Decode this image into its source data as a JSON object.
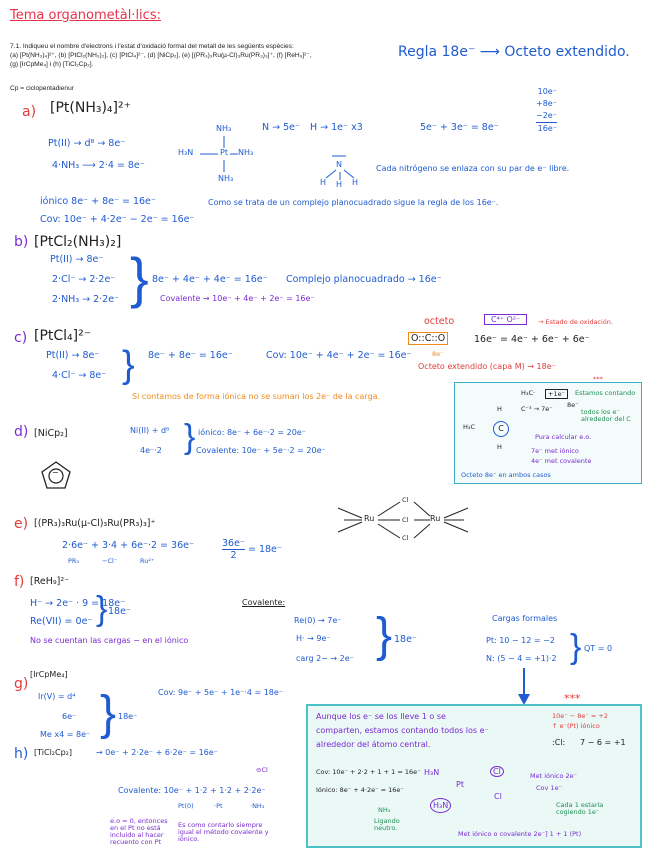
{
  "title": "Tema organometàl·lics:",
  "task": {
    "line1": "7.1. Indiqueu el nombre d'electrons i l'estat d'oxidació formal del metall de les següents espècies:",
    "line2": "(a) [Pt(NH₃)₄]²⁺, (b) [PtCl₂(NH₃)₂], (c) [PtCl₄]²⁻, (d) [NiCp₂], (e) [(PR₃)₃Ru(µ-Cl)₃Ru(PR₃)₃]⁺, (f) [ReH₉]²⁻,",
    "line3": "(g) [IrCpMe₄] i (h) [TiCl₂Cp₂].",
    "cp": "Cp = ciclopentadienur"
  },
  "rule": {
    "text": "Regla 18e⁻",
    "arrow": "⟶",
    "result": "Octeto extendido."
  },
  "a": {
    "label": "a)",
    "formula": "[Pt(NH₃)₄]²⁺",
    "pt": "Pt(II) → d⁸ → 8e⁻",
    "nh3": "4·NH₃ ⟶ 2·4 = 8e⁻",
    "n5": "N → 5e⁻",
    "h1": "H → 1e⁻ x3",
    "sum5": "5e⁻ + 3e⁻ = 8e⁻",
    "stack": [
      "10e⁻",
      "+8e⁻",
      "−2e⁻",
      "16e⁻"
    ],
    "complex": {
      "top": "NH₃",
      "left": "H₃N",
      "center": "Pt",
      "right": "NH₃",
      "bottom": "NH₃"
    },
    "amine": {
      "n": "N",
      "h": "H"
    },
    "lone_pair_note": "Cada nitrógeno se enlaza con su par de e⁻ libre.",
    "ionic": "iónico 8e⁻ + 8e⁻ = 16e⁻",
    "square_note": "Como se trata de un complejo planocuadrado sigue la regla de los 16e⁻.",
    "covalent": "Cov: 10e⁻ + 4·2e⁻ − 2e⁻ = 16e⁻"
  },
  "b": {
    "label": "b)",
    "formula": "[PtCl₂(NH₃)₂]",
    "pt": "Pt(II) → 8e⁻",
    "cl": "2·Cl⁻ → 2·2e⁻",
    "nh3": "2·NH₃ → 2·2e⁻",
    "sum": "8e⁻ + 4e⁻ + 4e⁻ = 16e⁻",
    "note": "Complejo planocuadrado → 16e⁻",
    "covalent": "Covalente → 10e⁻ + 4e⁻ + 2e⁻ = 16e⁻"
  },
  "c": {
    "label": "c)",
    "formula": "[PtCl₄]²⁻",
    "pt": "Pt(II) → 8e⁻",
    "cl": "4·Cl⁻ → 8e⁻",
    "sum": "8e⁻ + 8e⁻ = 16e⁻",
    "cov": "Cov: 10e⁻ + 4e⁻ + 2e⁻ = 16e⁻",
    "octeto": "octeto",
    "ox_state": "C⁴⁺ O²⁻",
    "ox_note": "→ Estado de oxidación.",
    "lewis": "O::C::O",
    "eight": "8e⁻",
    "count": "16e⁻ = 4e⁻ + 6e⁻ + 6e⁻",
    "extended": "Octeto extendido (capa M) → 18e⁻",
    "orange_note": "Si contamos de forma iónica no se suman los 2e⁻ de la carga."
  },
  "methyl_box": {
    "h3c": "H₃C·",
    "ie": "+1e⁻",
    "stars": "***",
    "top_note": "Estamos contando",
    "c3": "C⁻³ → 7e⁻",
    "eight": "8e⁻",
    "eight_note": "todos los e⁻ alrededor del C",
    "h3c_left": "H₃C",
    "c": "C",
    "h": "H",
    "pure": "Pura calcular e.o.",
    "ionic": "7e⁻ met iónico",
    "cov": "4e⁻ met covalente",
    "bottom": "Octeto 8e⁻ en ambos casos"
  },
  "d": {
    "label": "d)",
    "formula": "[NiCp₂]",
    "ni": "Ni(II) + d⁸",
    "cp": "4e⁻·2",
    "ionic": "iónico: 8e⁻ + 6e⁻·2 = 20e⁻",
    "cov": "Covalente: 10e⁻ + 5e⁻·2 = 20e⁻",
    "ring_sign": "−"
  },
  "e": {
    "label": "e)",
    "formula": "[(PR₃)₃Ru(µ-Cl)₃Ru(PR₃)₃]⁺",
    "sum": "2·6e⁻ + 3·4 + 6e⁻·2 = 36e⁻",
    "under": [
      "PR₃",
      "−Cl⁻",
      "Ru²⁺"
    ],
    "frac_num": "36e⁻",
    "frac_den": "2",
    "frac_res": "= 18e⁻",
    "ru": "Ru",
    "cl": "Cl"
  },
  "f": {
    "label": "f)",
    "formula": "[ReH₉]²⁻",
    "h": "H⁻ → 2e⁻ · 9 = 18e⁻",
    "re": "Re(VII) = 0e⁻",
    "sum": "18e⁻",
    "note": "No se cuentan las cargas − en el iónico",
    "cov_title": "Covalente:",
    "cov_re": "Re(0) → 7e⁻",
    "cov_h": "H· → 9e⁻",
    "cov_charge": "carg 2− → 2e⁻",
    "cov_sum": "18e⁻",
    "charges_title": "Cargas formales",
    "pt_charge": "Pt: 10 − 12 = −2",
    "n_charge": "N: (5 − 4 = +1)·2",
    "qt": "QT = 0"
  },
  "g": {
    "label": "g)",
    "formula": "[IrCpMe₄]",
    "ir": "Ir(V) = d⁴",
    "cp": "6e⁻",
    "me": "Me x4 = 8e⁻",
    "sum": "18e⁻",
    "cov": "Cov: 9e⁻ + 5e⁻ + 1e⁻·4 = 18e⁻"
  },
  "h": {
    "label": "h)",
    "formula": "[TiCl₂Cp₂]",
    "sum": "→ 0e⁻ + 2·2e⁻ + 6·2e⁻ = 16e⁻",
    "cl_top": "⊖Cl",
    "cov": "Covalente: 10e⁻ + 1·2 + 1·2 + 2·2e⁻",
    "under": [
      "Pt(0)",
      "·Pt",
      "·NH₃"
    ],
    "left_note": "e.o = 0, entonces en el Pt no está incluido al hacer recuento con Pt",
    "brace_note": "Es como contarlo siempre igual el método covalente y iónico."
  },
  "box": {
    "text1": "Aunque los e⁻ se los lleve 1 o se",
    "text2": "comparten, estamos contando todos los e⁻",
    "text3": "alrededor del átomo central.",
    "right1": "10e⁻ − 8e⁻ = +2",
    "right1b": "↑ e⁻(Pt) iónico",
    "cl_lewis": ":Cl:",
    "cl_count": "7 − 6 = +1",
    "cov": "Cov: 10e⁻ + 2·2 + 1 + 1 = 16e⁻",
    "ionic": "Iónico: 8e⁻ + 4·2e⁻ = 16e⁻",
    "h3n": "H₃N",
    "pt": "Pt",
    "cl": "Cl",
    "nh3": "NH₃",
    "ligand": "Ligando neutro.",
    "met_ionic": "Met iónico 2e⁻",
    "cov_1e": "Cov 1e⁻",
    "cada": "Cada 1 estaría cogiendo 1e⁻",
    "bottom": "Met iónico o covalente 2e⁻] 1 + 1 (Pt)",
    "stars": "***"
  }
}
